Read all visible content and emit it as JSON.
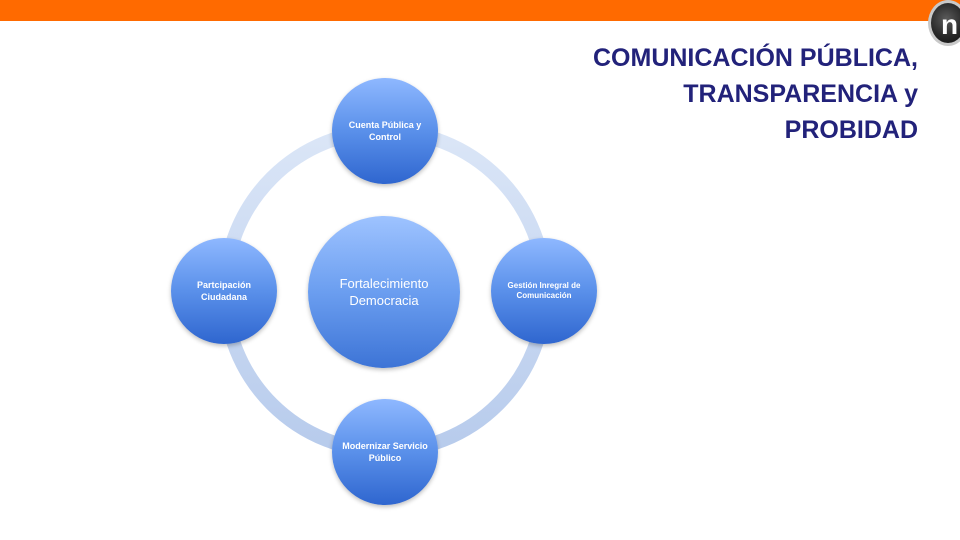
{
  "title": {
    "line1": "COMUNICACIÓN PÚBLICA,",
    "line2": "TRANSPARENCIA y",
    "line3": "PROBIDAD"
  },
  "diagram": {
    "center": "Fortalecimiento Democracia",
    "nodes": [
      {
        "label": "Cuenta Pública y Control"
      },
      {
        "label": "Gestión Inregral de Comunicación"
      },
      {
        "label": "Modernizar Servicio Público"
      },
      {
        "label": "Partcipación Ciudadana"
      }
    ]
  },
  "colors": {
    "top_bar": "#ff6a00",
    "title": "#22227a",
    "node_fill": "#4f86e4",
    "ring": "#c3d4ef"
  },
  "icons": {
    "logo": "logo-badge-icon"
  }
}
